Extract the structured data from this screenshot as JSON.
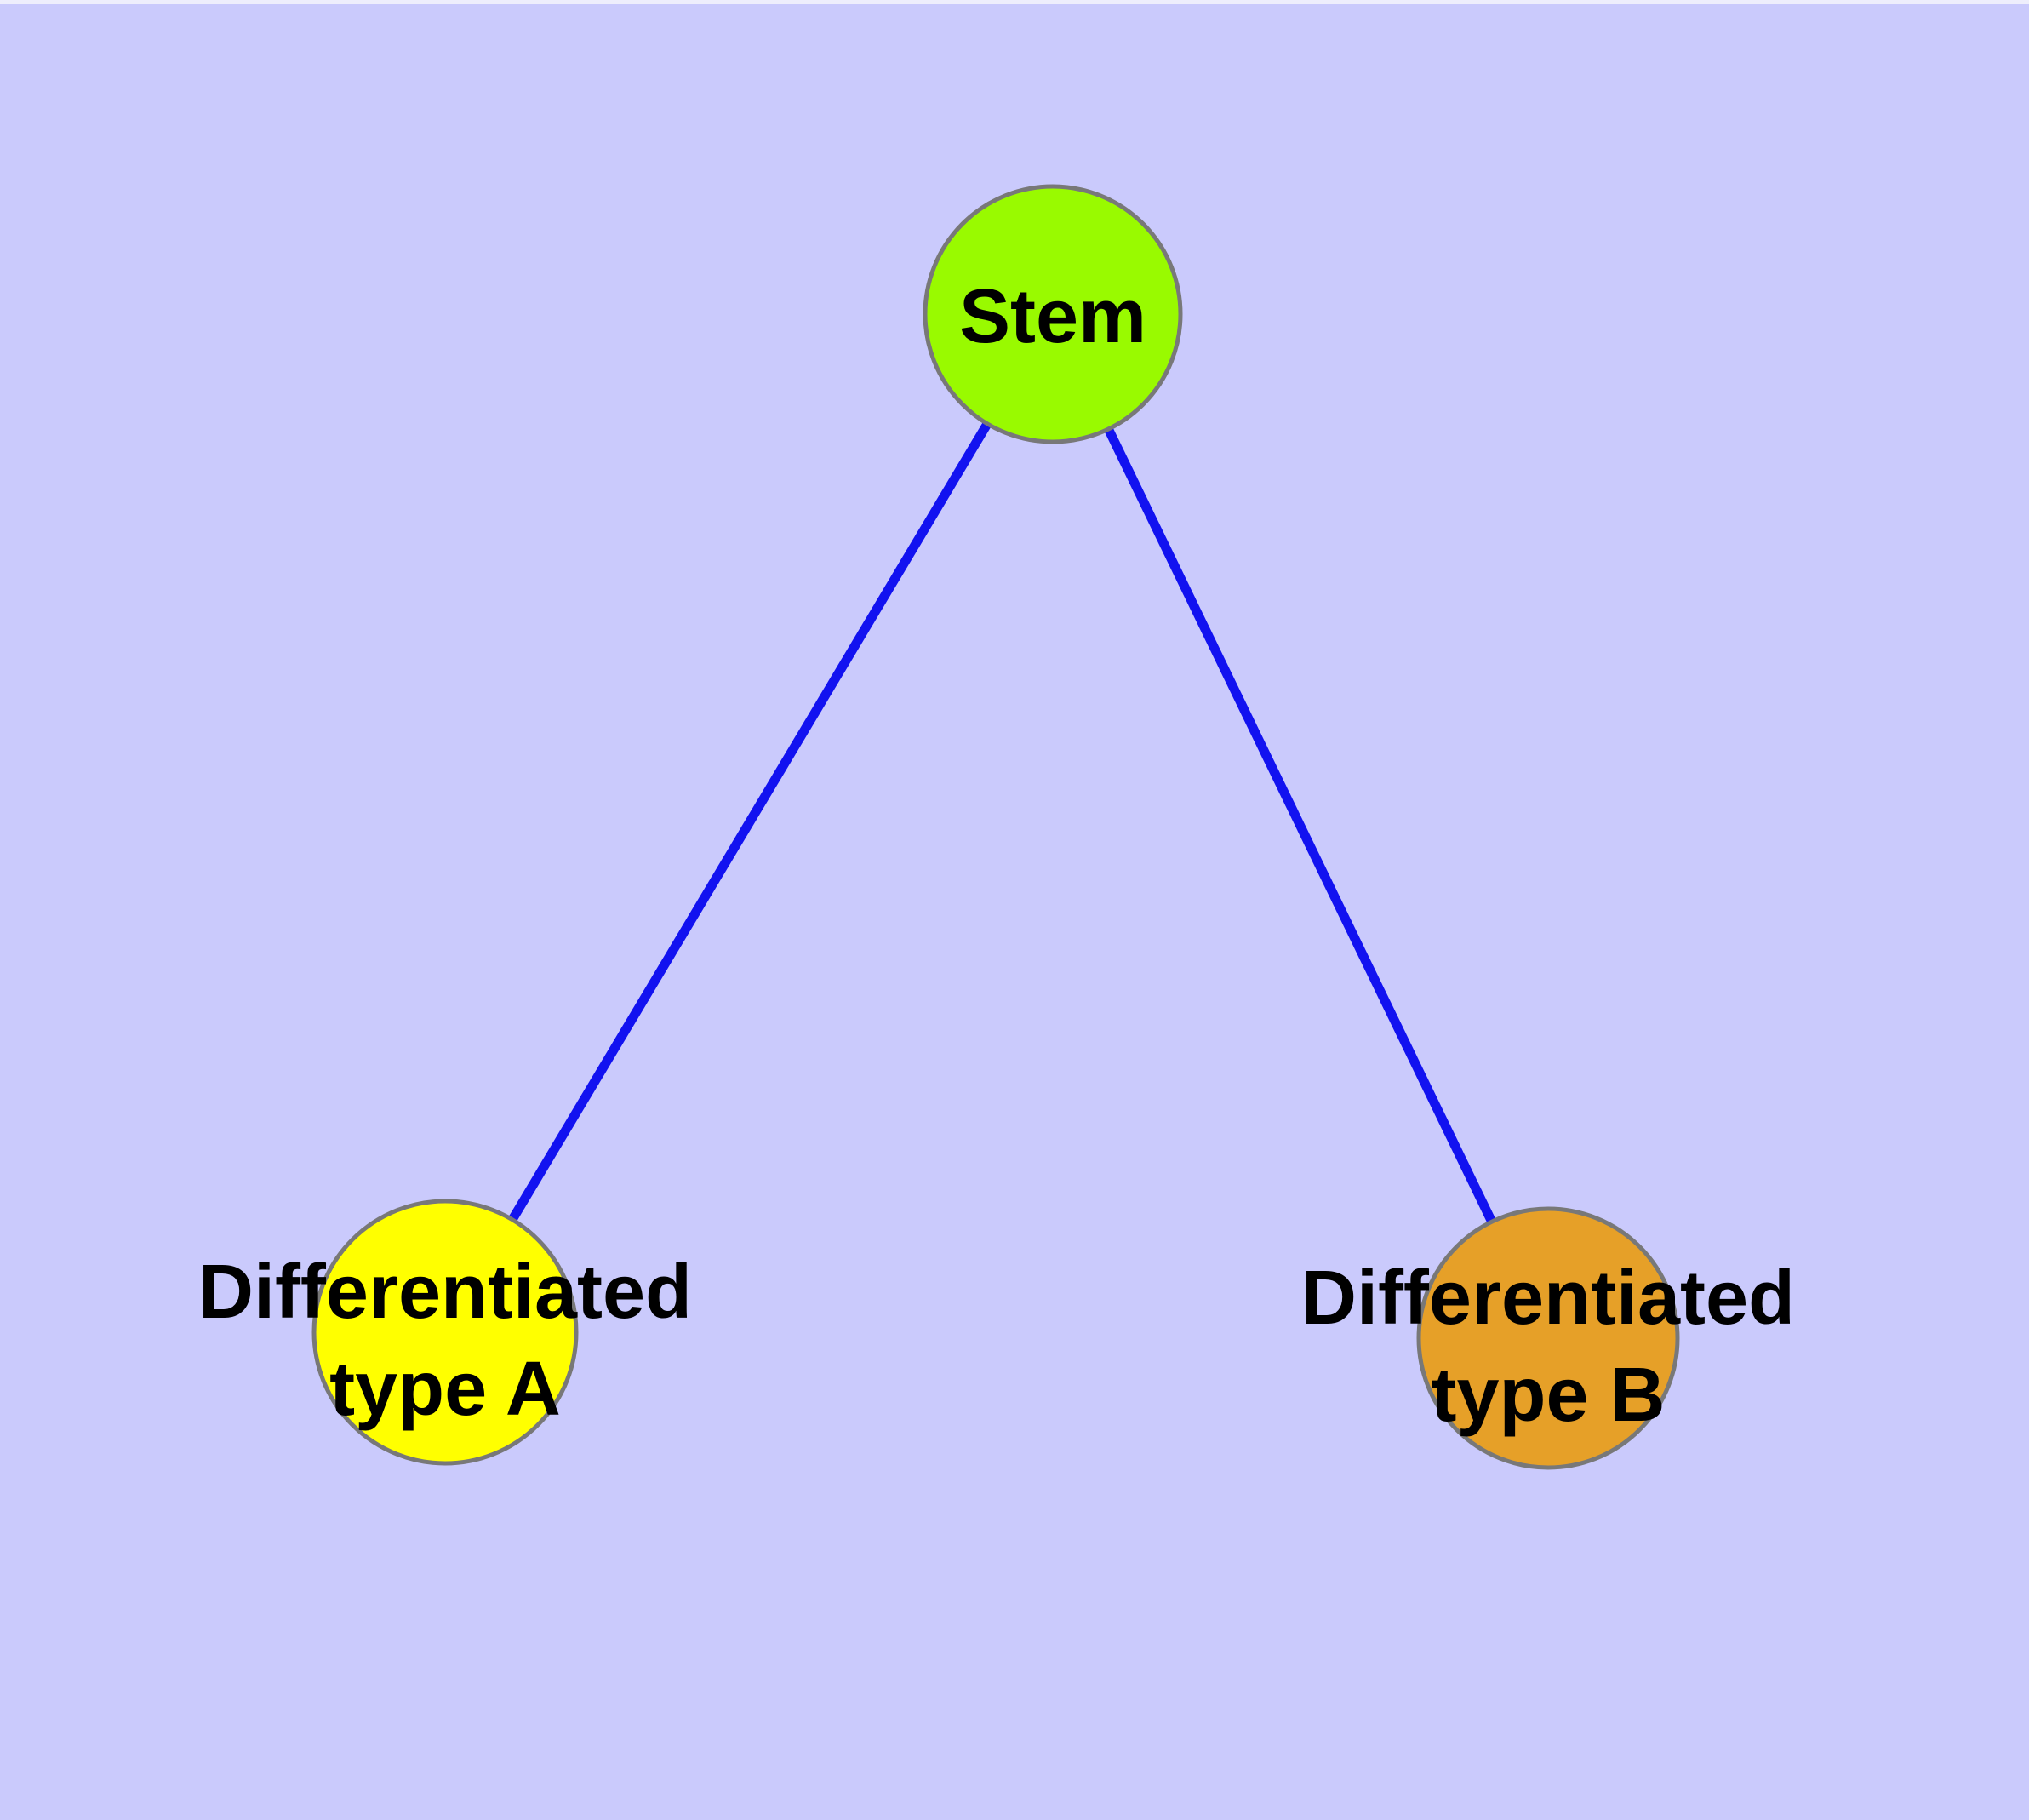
{
  "canvas": {
    "background_color": "#cacafc",
    "top_strip_color": "#eeeefc",
    "edge_color": "#1212f0",
    "node_border_color": "#787878",
    "label_color": "#000000"
  },
  "nodes": [
    {
      "id": "stem",
      "label": "Stem",
      "label_line1": "Stem",
      "label_line2": "",
      "color": "#99fa00"
    },
    {
      "id": "differentiated-type-a",
      "label": "Differentiated type A",
      "label_line1": "Differentiated",
      "label_line2": "type A",
      "color": "#ffff00"
    },
    {
      "id": "differentiated-type-b",
      "label": "Differentiated type B",
      "label_line1": "Differentiated",
      "label_line2": "type B",
      "color": "#e6a028"
    }
  ],
  "edges": [
    {
      "from": "Stem",
      "to": "Differentiated type A"
    },
    {
      "from": "Stem",
      "to": "Differentiated type B"
    }
  ]
}
